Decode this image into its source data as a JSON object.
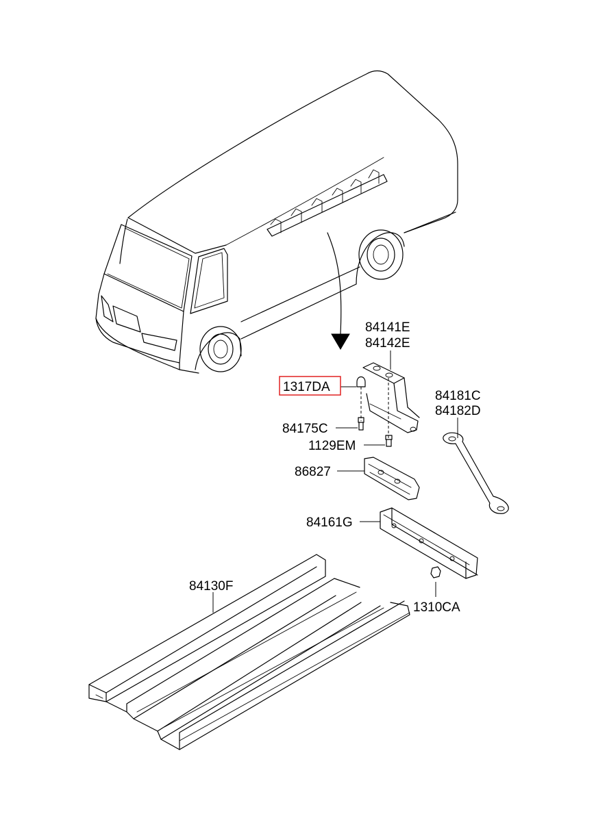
{
  "highlight_color": "#e02020",
  "parts": {
    "p84141E": "84141E",
    "p84142E": "84142E",
    "p1317DA": "1317DA",
    "p84181C": "84181C",
    "p84182D": "84182D",
    "p84175C": "84175C",
    "p1129EM": "1129EM",
    "p86827": "86827",
    "p84161G": "84161G",
    "p84130F": "84130F",
    "p1310CA": "1310CA"
  }
}
